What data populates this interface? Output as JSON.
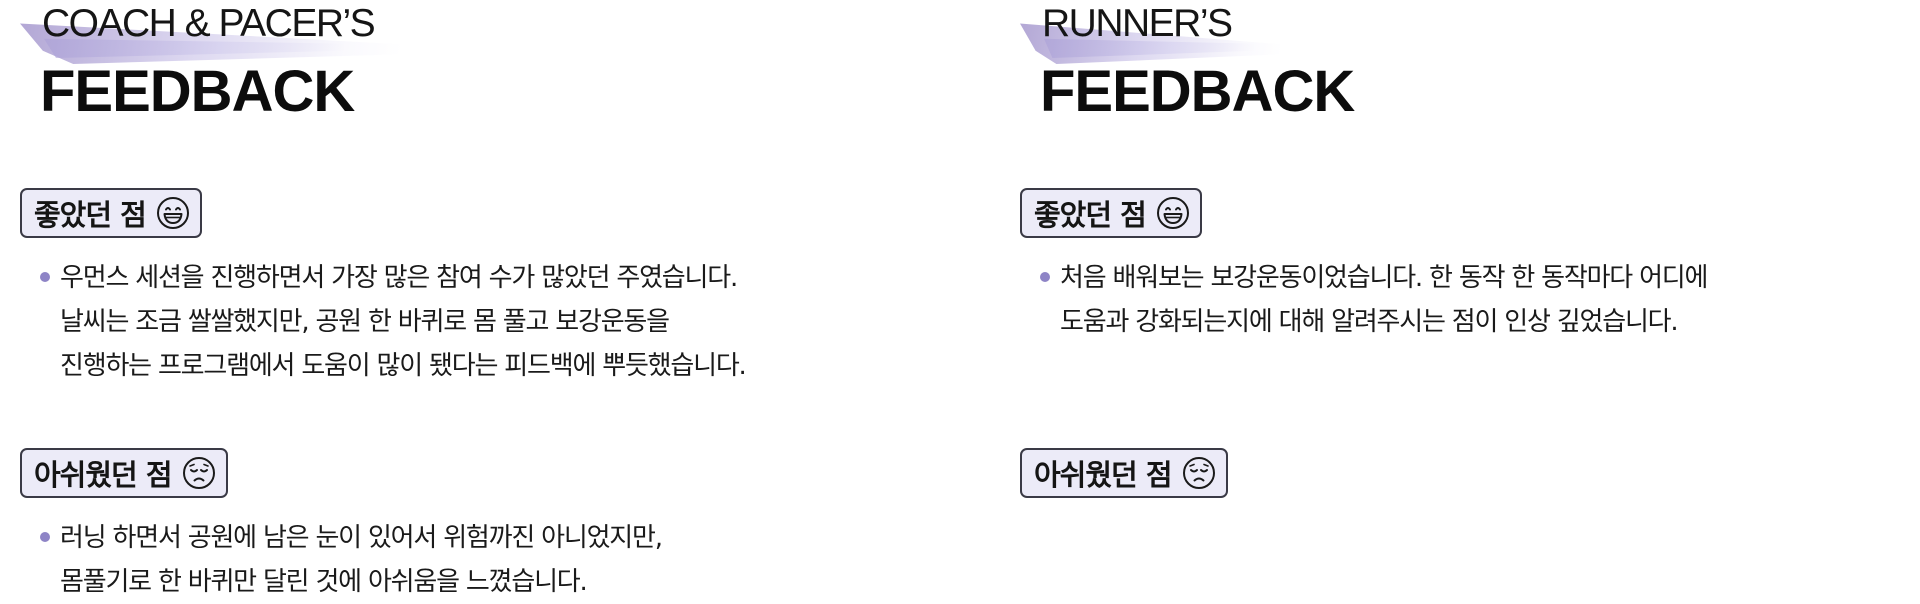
{
  "left": {
    "heading": {
      "subtitle": "COACH & PACER’S",
      "title": "FEEDBACK"
    },
    "good": {
      "label": "좋았던 점",
      "icon": "grinning-face-icon",
      "lines": [
        "우먼스 세션을 진행하면서 가장 많은 참여 수가 많았던 주였습니다.",
        "날씨는 조금 쌀쌀했지만, 공원 한 바퀴로 몸 풀고 보강운동을",
        "진행하는 프로그램에서 도움이 많이 됐다는 피드백에 뿌듯했습니다."
      ]
    },
    "bad": {
      "label": "아쉬웠던 점",
      "icon": "sad-face-icon",
      "lines": [
        "러닝 하면서 공원에 남은 눈이 있어서 위험까진 아니었지만,",
        "몸풀기로 한 바퀴만 달린 것에 아쉬움을 느꼈습니다."
      ]
    }
  },
  "right": {
    "heading": {
      "subtitle": "RUNNER’S",
      "title": "FEEDBACK"
    },
    "good": {
      "label": "좋았던 점",
      "icon": "grinning-face-icon",
      "lines": [
        "처음 배워보는 보강운동이었습니다. 한 동작 한 동작마다 어디에",
        "도움과 강화되는지에 대해 알려주시는 점이 인상 깊었습니다."
      ]
    },
    "bad": {
      "label": "아쉬웠던 점",
      "icon": "sad-face-icon"
    }
  },
  "colors": {
    "accent": "#8e84c6",
    "badge_background": "#ecebf8",
    "badge_border": "#3a3a46"
  }
}
